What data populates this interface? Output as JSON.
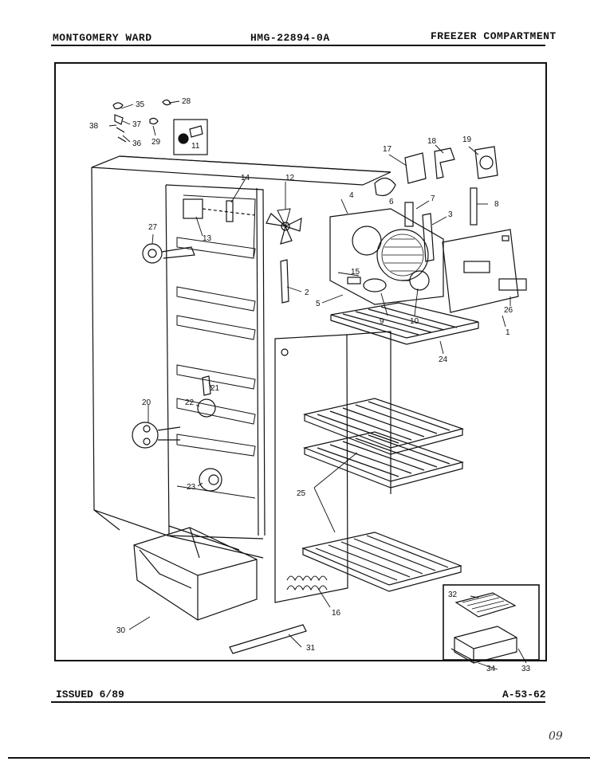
{
  "header": {
    "brand": "MONTGOMERY WARD",
    "model": "HMG-22894-0A",
    "section": "FREEZER COMPARTMENT"
  },
  "footer": {
    "issued": "ISSUED 6/89",
    "page_ref": "A-53-62",
    "handwritten": "09"
  },
  "callouts": {
    "c1": "1",
    "c2": "2",
    "c3": "3",
    "c4": "4",
    "c5": "5",
    "c6": "6",
    "c7": "7",
    "c8": "8",
    "c9": "9",
    "c10": "10",
    "c11": "11",
    "c12": "12",
    "c13": "13",
    "c14": "14",
    "c15": "15",
    "c16": "16",
    "c17": "17",
    "c18": "18",
    "c19": "19",
    "c20": "20",
    "c21": "21",
    "c22": "22",
    "c23": "23",
    "c24": "24",
    "c25": "25",
    "c26": "26",
    "c27": "27",
    "c28": "28",
    "c29": "29",
    "c30": "30",
    "c31": "31",
    "c32": "32",
    "c33": "33",
    "c34": "34",
    "c35": "35",
    "c36": "36",
    "c37": "37",
    "c38": "38"
  }
}
